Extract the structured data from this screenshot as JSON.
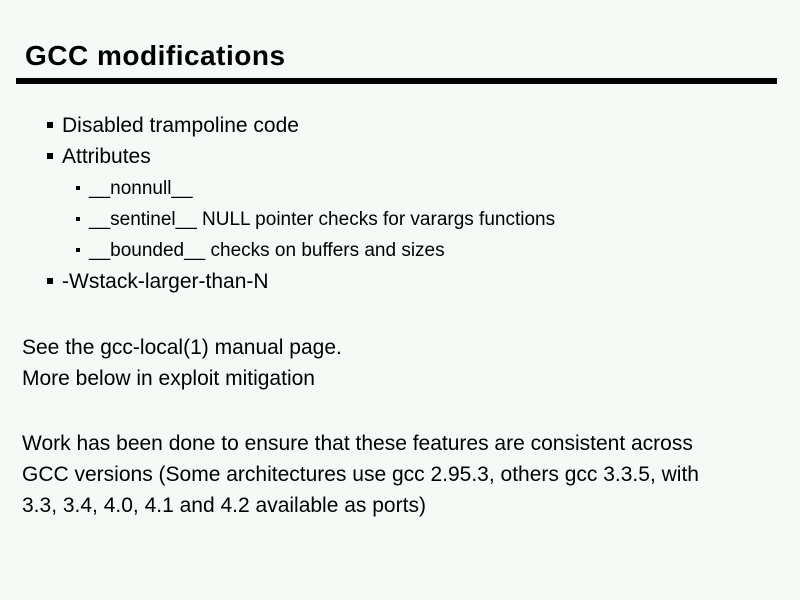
{
  "slide": {
    "title": "GCC modifications",
    "bullets": [
      {
        "level": 1,
        "text": "Disabled trampoline code"
      },
      {
        "level": 1,
        "text": "Attributes"
      },
      {
        "level": 2,
        "text": "__nonnull__"
      },
      {
        "level": 2,
        "text": "__sentinel__ NULL pointer checks for varargs functions"
      },
      {
        "level": 2,
        "text": "__bounded__ checks on buffers and sizes"
      },
      {
        "level": 1,
        "text": "-Wstack-larger-than-N"
      }
    ],
    "notes": [
      "See the gcc-local(1) manual page.",
      "More below in exploit mitigation"
    ],
    "paragraph_lines": [
      "Work has been done to ensure that these features are consistent across",
      "GCC versions (Some architectures use gcc 2.95.3, others gcc 3.3.5, with",
      "3.3, 3.4, 4.0, 4.1 and 4.2 available as ports)"
    ],
    "colors": {
      "background": "#f5faf6",
      "text": "#000000",
      "rule": "#000000"
    }
  }
}
